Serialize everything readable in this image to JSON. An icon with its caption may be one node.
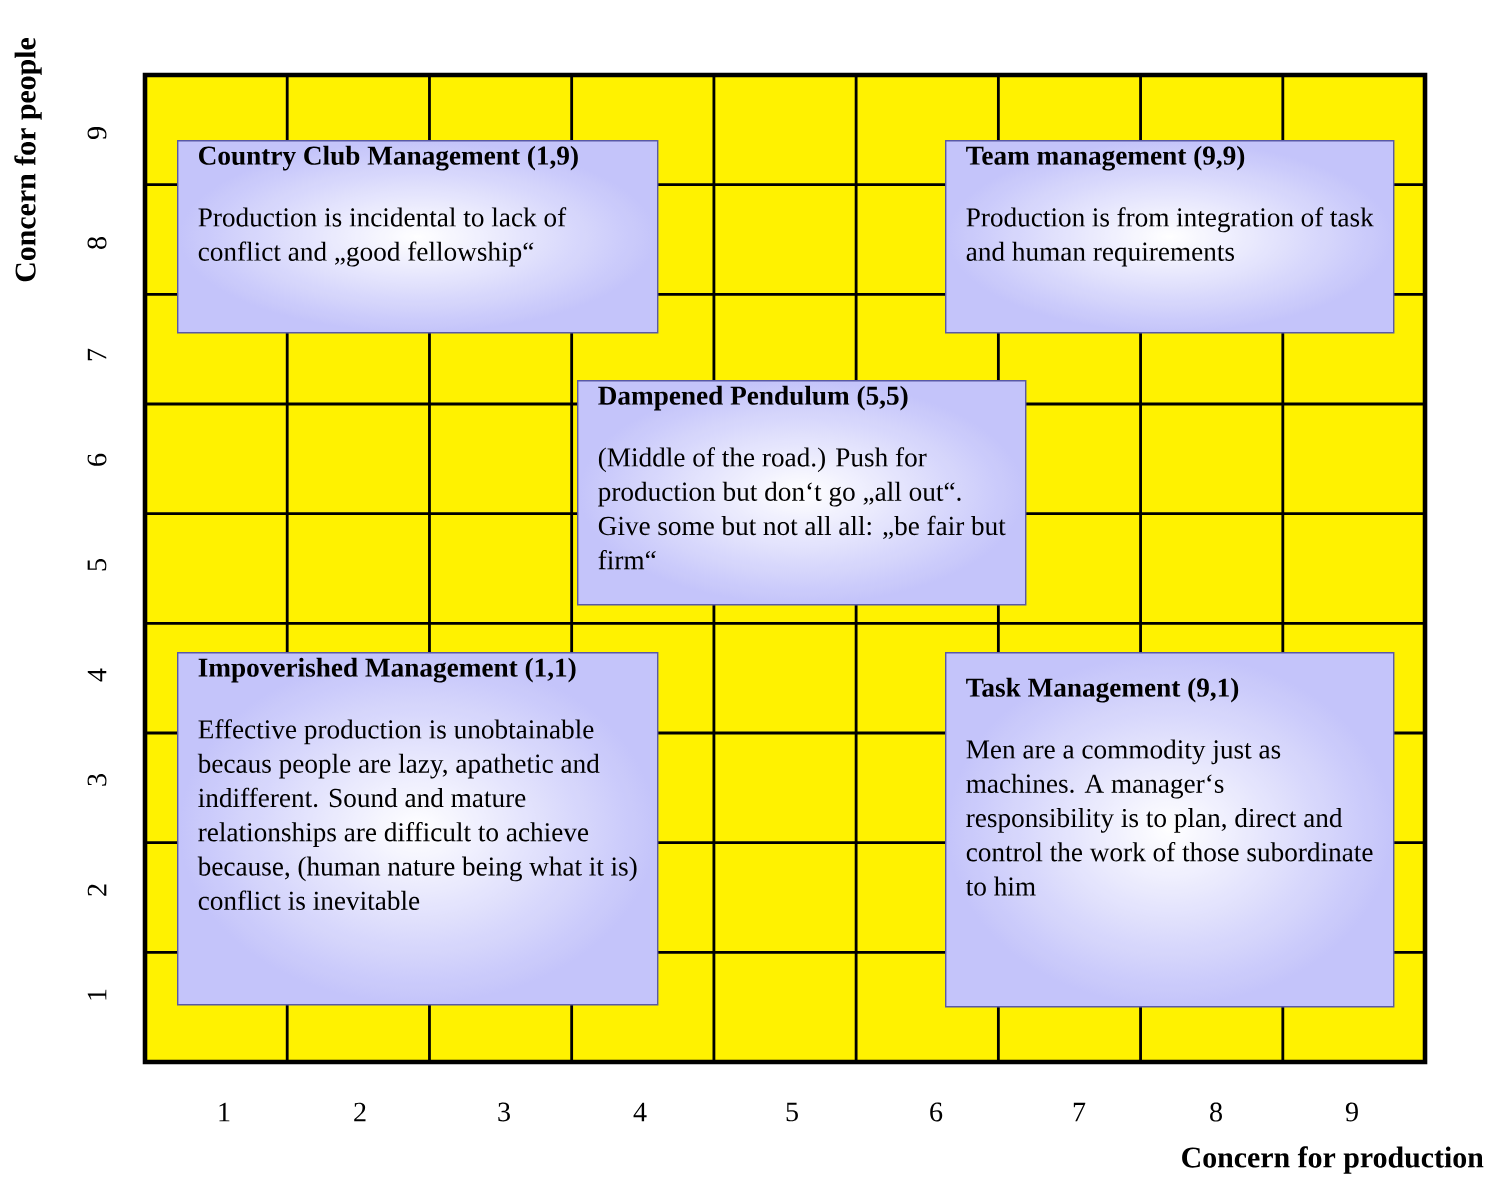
{
  "diagram": {
    "nodes": [
      {
        "text": [
          "Country Club Management (1,9)",
          "Production is incidental to lack of conflict and „good fellowship“"
        ]
      },
      {
        "text": [
          "Team management (9,9)",
          "Production is from integration of task and human requirements"
        ]
      },
      {
        "text": [
          "Dampened Pendulum (5,5)",
          "(Middle of the road.) Push for production but don‘t go „all out“. Give some but not all all: „be fair but firm“"
        ]
      },
      {
        "text": [
          "Impoverished Management (1,1)",
          "Effective production is unobtainable becaus people are lazy, apathetic and indifferent. Sound and mature relationships are difficult to achieve because, (human nature being what it is) conflict is inevitable"
        ]
      },
      {
        "text": [
          "Task Management (9,1)",
          "Men are a commodity just as machines. A manager‘s responsibility is to plan, direct and control the work of those subordinate to him"
        ]
      }
    ],
    "labels": [
      "Concern for people",
      "9",
      "8",
      "7",
      "6",
      "5",
      "4",
      "3",
      "2",
      "1",
      "1",
      "2",
      "3",
      "4",
      "5",
      "6",
      "7",
      "8",
      "9",
      "Concern for production"
    ]
  }
}
